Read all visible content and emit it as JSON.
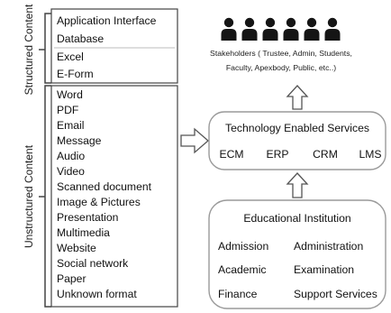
{
  "left_panel": {
    "structured_label": "Structured Content",
    "unstructured_label": "Unstructured Content",
    "structured_items": [
      "Application Interface",
      "Database",
      "Excel",
      "E-Form"
    ],
    "unstructured_items": [
      "Word",
      "PDF",
      "Email",
      "Message",
      "Audio",
      "Video",
      "Scanned document",
      "Image & Pictures",
      "Presentation",
      "Multimedia",
      "Website",
      "Social network",
      "Paper",
      "Unknown format"
    ]
  },
  "stakeholders": {
    "icon": "people-group-icon",
    "people_count": 6,
    "caption_line1": "Stakeholders ( Trustee, Admin, Students,",
    "caption_line2": "Faculty, Apexbody, Public, etc..)"
  },
  "tech_services": {
    "title": "Technology Enabled Services",
    "items": [
      "ECM",
      "ERP",
      "CRM",
      "LMS"
    ]
  },
  "institution": {
    "title": "Educational Institution",
    "rows": [
      [
        "Admission",
        "Administration"
      ],
      [
        "Academic",
        "Examination"
      ],
      [
        "Finance",
        "Support Services"
      ]
    ]
  },
  "colors": {
    "stroke": "#444444",
    "rounded_stroke": "#9a9a9a",
    "people_fill": "#151515"
  }
}
